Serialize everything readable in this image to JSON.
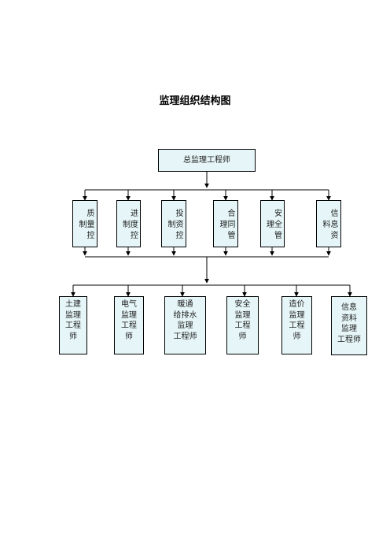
{
  "title": "监理组织结构图",
  "chief": "总监理工程师",
  "functions": [
    "质量控制",
    "进度控制",
    "投资控制",
    "合同管理",
    "安全管理",
    "信息资料"
  ],
  "engineers": [
    "土建\n监理\n工程\n师",
    "电气\n监理\n工程\n师",
    "暖通\n给排水\n监理\n工程师",
    "安全\n监理\n工程\n师",
    "造价\n监理\n工程\n师",
    "信息\n资料\n监理\n工程师"
  ],
  "colors": {
    "box_fill": "#e6f6f8",
    "line": "#000000"
  }
}
